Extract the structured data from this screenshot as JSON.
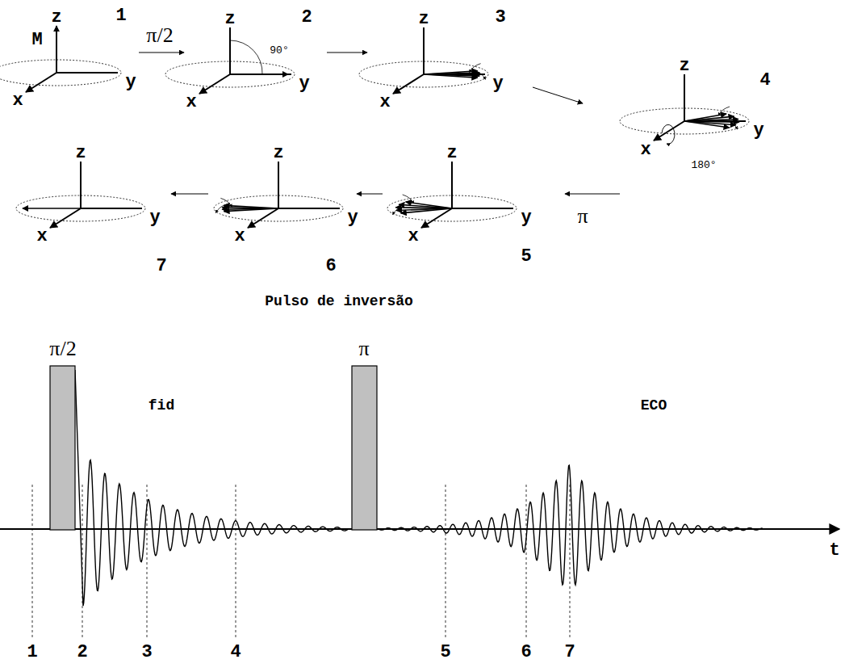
{
  "diagram": {
    "labels": [
      "z",
      "M",
      "1",
      "x",
      "y",
      "π/2",
      "z",
      "2",
      "90°",
      "y",
      "x",
      "z",
      "3",
      "y",
      "x",
      "z",
      "4",
      "y",
      "x",
      "180°",
      "π",
      "z",
      "y",
      "x",
      "5",
      "z",
      "y",
      "x",
      "6",
      "z",
      "y",
      "x",
      "7",
      "Pulso de inversão",
      "π/2",
      "π",
      "fid",
      "ECO",
      "t",
      "1",
      "2",
      "3",
      "4",
      "5",
      "6",
      "7"
    ]
  }
}
